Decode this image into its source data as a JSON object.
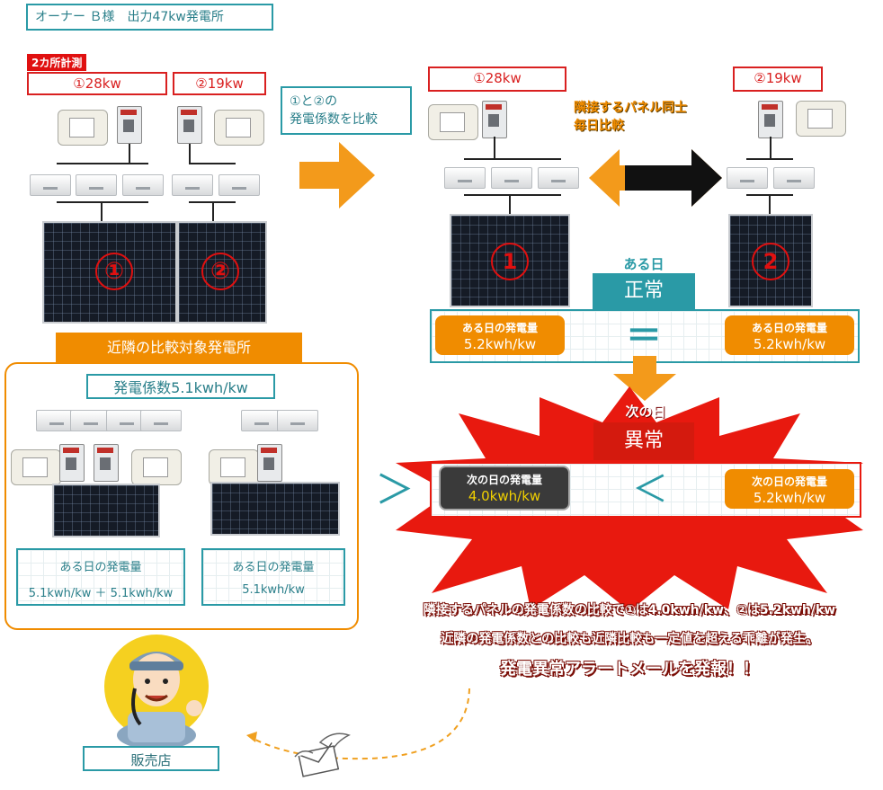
{
  "header": {
    "title": "オーナー Ｂ様　出力47kw発電所"
  },
  "left": {
    "measure_tag": "2カ所計測",
    "label1": "①28kw",
    "label2": "②19kw",
    "panel1_num": "①",
    "panel2_num": "②"
  },
  "compare_note": {
    "line1": "①と②の",
    "line2": "発電係数を比較"
  },
  "right": {
    "label1": "①28kw",
    "label2": "②19kw",
    "panel1_num": "1",
    "panel2_num": "2",
    "adjacent_line1": "隣接するパネル同士",
    "adjacent_line2": "毎日比較"
  },
  "normal": {
    "day_label": "ある日",
    "status": "正常",
    "left_pill_title": "ある日の発電量",
    "left_pill_value": "5.2kwh/kw",
    "equals": "＝",
    "right_pill_title": "ある日の発電量",
    "right_pill_value": "5.2kwh/kw"
  },
  "abnormal": {
    "day_label": "次の日",
    "status": "異常",
    "left_pill_title": "次の日の発電量",
    "left_pill_value": "4.0kwh/kw",
    "less_than": "＜",
    "right_pill_title": "次の日の発電量",
    "right_pill_value": "5.2kwh/kw",
    "greater_than": "＞"
  },
  "nearby": {
    "heading": "近隣の比較対象発電所",
    "coef_label": "発電係数5.1kwh/kw",
    "box1_title": "ある日の発電量",
    "box1_value": "5.1kwh/kw ＋ 5.1kwh/kw",
    "box2_title": "ある日の発電量",
    "box2_value": "5.1kwh/kw"
  },
  "alert": {
    "line1": "隣接するパネルの発電係数の比較で①は4.0kwh/kw、②は5.2kwh/kw",
    "line2": "近隣の発電係数との比較も近隣比較も一定値を超える乖離が発生。",
    "line3": "発電異常アラートメールを発報！！"
  },
  "dealer": {
    "label": "販売店"
  },
  "colors": {
    "teal": "#2a9aa6",
    "orange": "#f08c00",
    "red": "#e01010"
  }
}
